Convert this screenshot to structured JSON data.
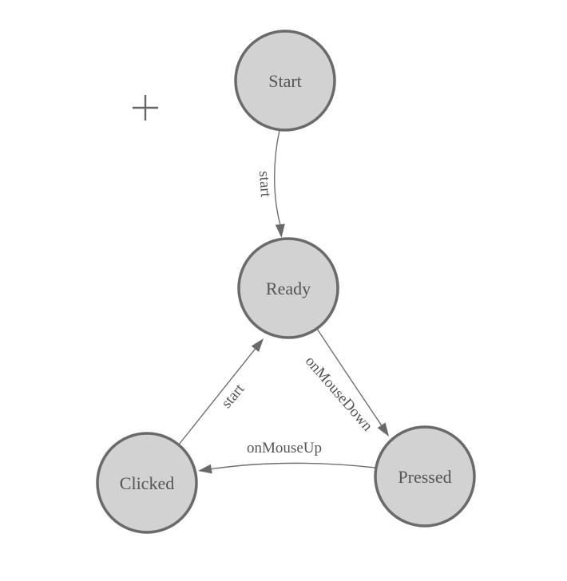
{
  "canvas": {
    "background": "#ffffff"
  },
  "toolbar": {
    "add_icon_glyph": "+"
  },
  "diagram": {
    "type": "state-machine",
    "nodes": [
      {
        "label": "Start"
      },
      {
        "label": "Ready"
      },
      {
        "label": "Clicked"
      },
      {
        "label": "Pressed"
      }
    ],
    "edges": [
      {
        "from": "Start",
        "to": "Ready",
        "label": "start"
      },
      {
        "from": "Clicked",
        "to": "Ready",
        "label": "start"
      },
      {
        "from": "Ready",
        "to": "Pressed",
        "label": "onMouseDown"
      },
      {
        "from": "Pressed",
        "to": "Clicked",
        "label": "onMouseUp"
      }
    ],
    "colors": {
      "node_fill": "#d2d2d2",
      "node_stroke": "#6a6a6a",
      "edge_line": "#6f6f6f",
      "arrowhead": "#696969",
      "label_text": "#555555",
      "add_icon": "#666666"
    }
  }
}
